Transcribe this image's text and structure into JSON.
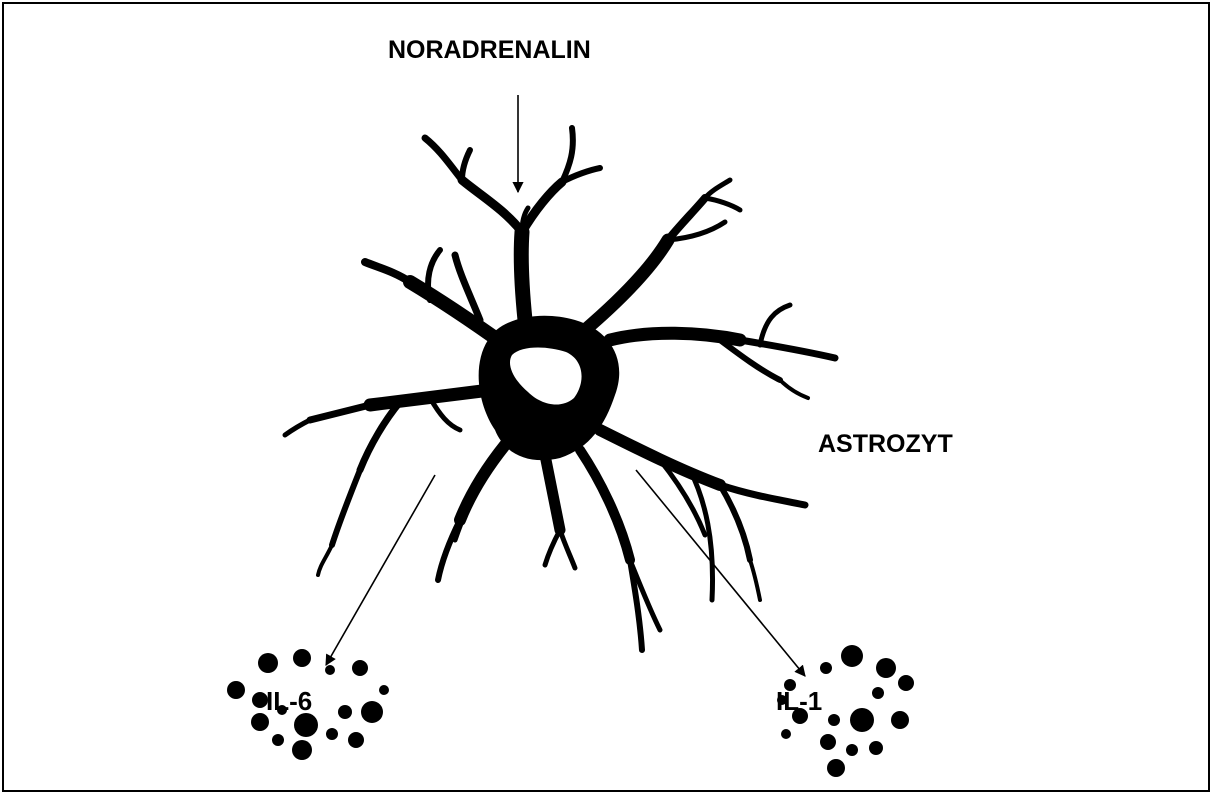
{
  "labels": {
    "stimulus": "NORADRENALIN",
    "cell": "ASTROZYT",
    "left_cytokine": "IL-6",
    "right_cytokine": "IL-1"
  },
  "colors": {
    "ink": "#000000",
    "background": "#ffffff"
  },
  "icons": {
    "cell": "astrocyte-glyph",
    "cytokine_cluster": "dot-cluster-glyph"
  }
}
